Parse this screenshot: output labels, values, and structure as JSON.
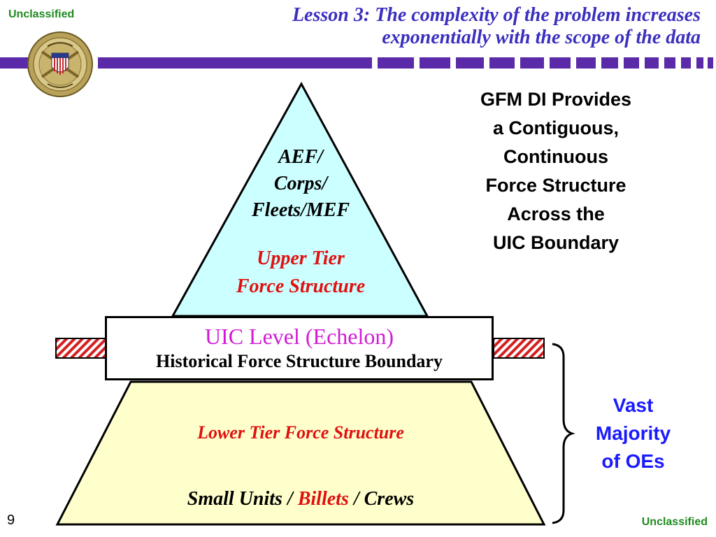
{
  "header": {
    "classification_top": "Unclassified",
    "title_line1": "Lesson 3:  The complexity of the problem increases",
    "title_line2": "exponentially with the scope of the data",
    "seal_icon": "joint-chiefs-of-staff-seal-icon"
  },
  "pyramid": {
    "upper_units": [
      "AEF/",
      "Corps/",
      "Fleets/MEF"
    ],
    "upper_tier": [
      "Upper Tier",
      "Force Structure"
    ],
    "uic_level_title": "UIC Level (Echelon)",
    "uic_level_subtitle": "Historical Force Structure Boundary",
    "lower_tier": "Lower Tier Force Structure",
    "small_units_part1": "Small Units / ",
    "small_units_part2": "Billets",
    "small_units_part3": " / Crews"
  },
  "side_note": {
    "lines": [
      "GFM DI Provides",
      "a Contiguous,",
      "Continuous",
      "Force Structure",
      "Across the",
      "UIC Boundary"
    ]
  },
  "brace_note": {
    "lines": [
      "Vast",
      "Majority",
      "of OEs"
    ]
  },
  "footer": {
    "page_number": "9",
    "classification_bottom": "Unclassified"
  },
  "colors": {
    "title_blue": "#3b2fbf",
    "band_purple": "#5a2aa8",
    "upper_fill": "#ccffff",
    "lower_fill": "#ffffcc",
    "accent_red": "#e01010",
    "uic_magenta": "#d21ad6",
    "vast_blue": "#1a1aff",
    "classification_green": "#1f8a1f"
  }
}
